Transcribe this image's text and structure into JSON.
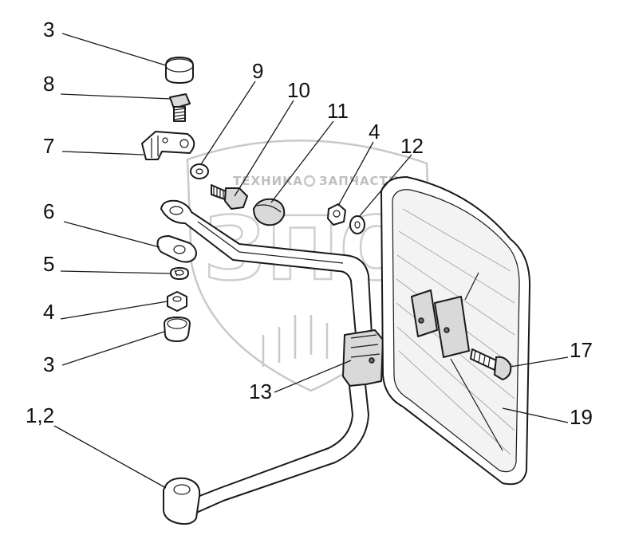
{
  "callouts": [
    {
      "id": "c-3-top",
      "text": "3"
    },
    {
      "id": "c-8",
      "text": "8"
    },
    {
      "id": "c-7",
      "text": "7"
    },
    {
      "id": "c-6",
      "text": "6"
    },
    {
      "id": "c-5",
      "text": "5"
    },
    {
      "id": "c-4-left",
      "text": "4"
    },
    {
      "id": "c-3-bottom",
      "text": "3"
    },
    {
      "id": "c-1-2",
      "text": "1,2"
    },
    {
      "id": "c-9",
      "text": "9"
    },
    {
      "id": "c-10",
      "text": "10"
    },
    {
      "id": "c-11",
      "text": "11"
    },
    {
      "id": "c-4-right",
      "text": "4"
    },
    {
      "id": "c-12",
      "text": "12"
    },
    {
      "id": "c-13",
      "text": "13"
    },
    {
      "id": "c-17",
      "text": "17"
    },
    {
      "id": "c-19",
      "text": "19"
    }
  ],
  "watermark": {
    "left_word": "ТЕХНИКА",
    "right_word": "ЗАПЧАСТИ",
    "logo_letters": "ЗПО"
  }
}
